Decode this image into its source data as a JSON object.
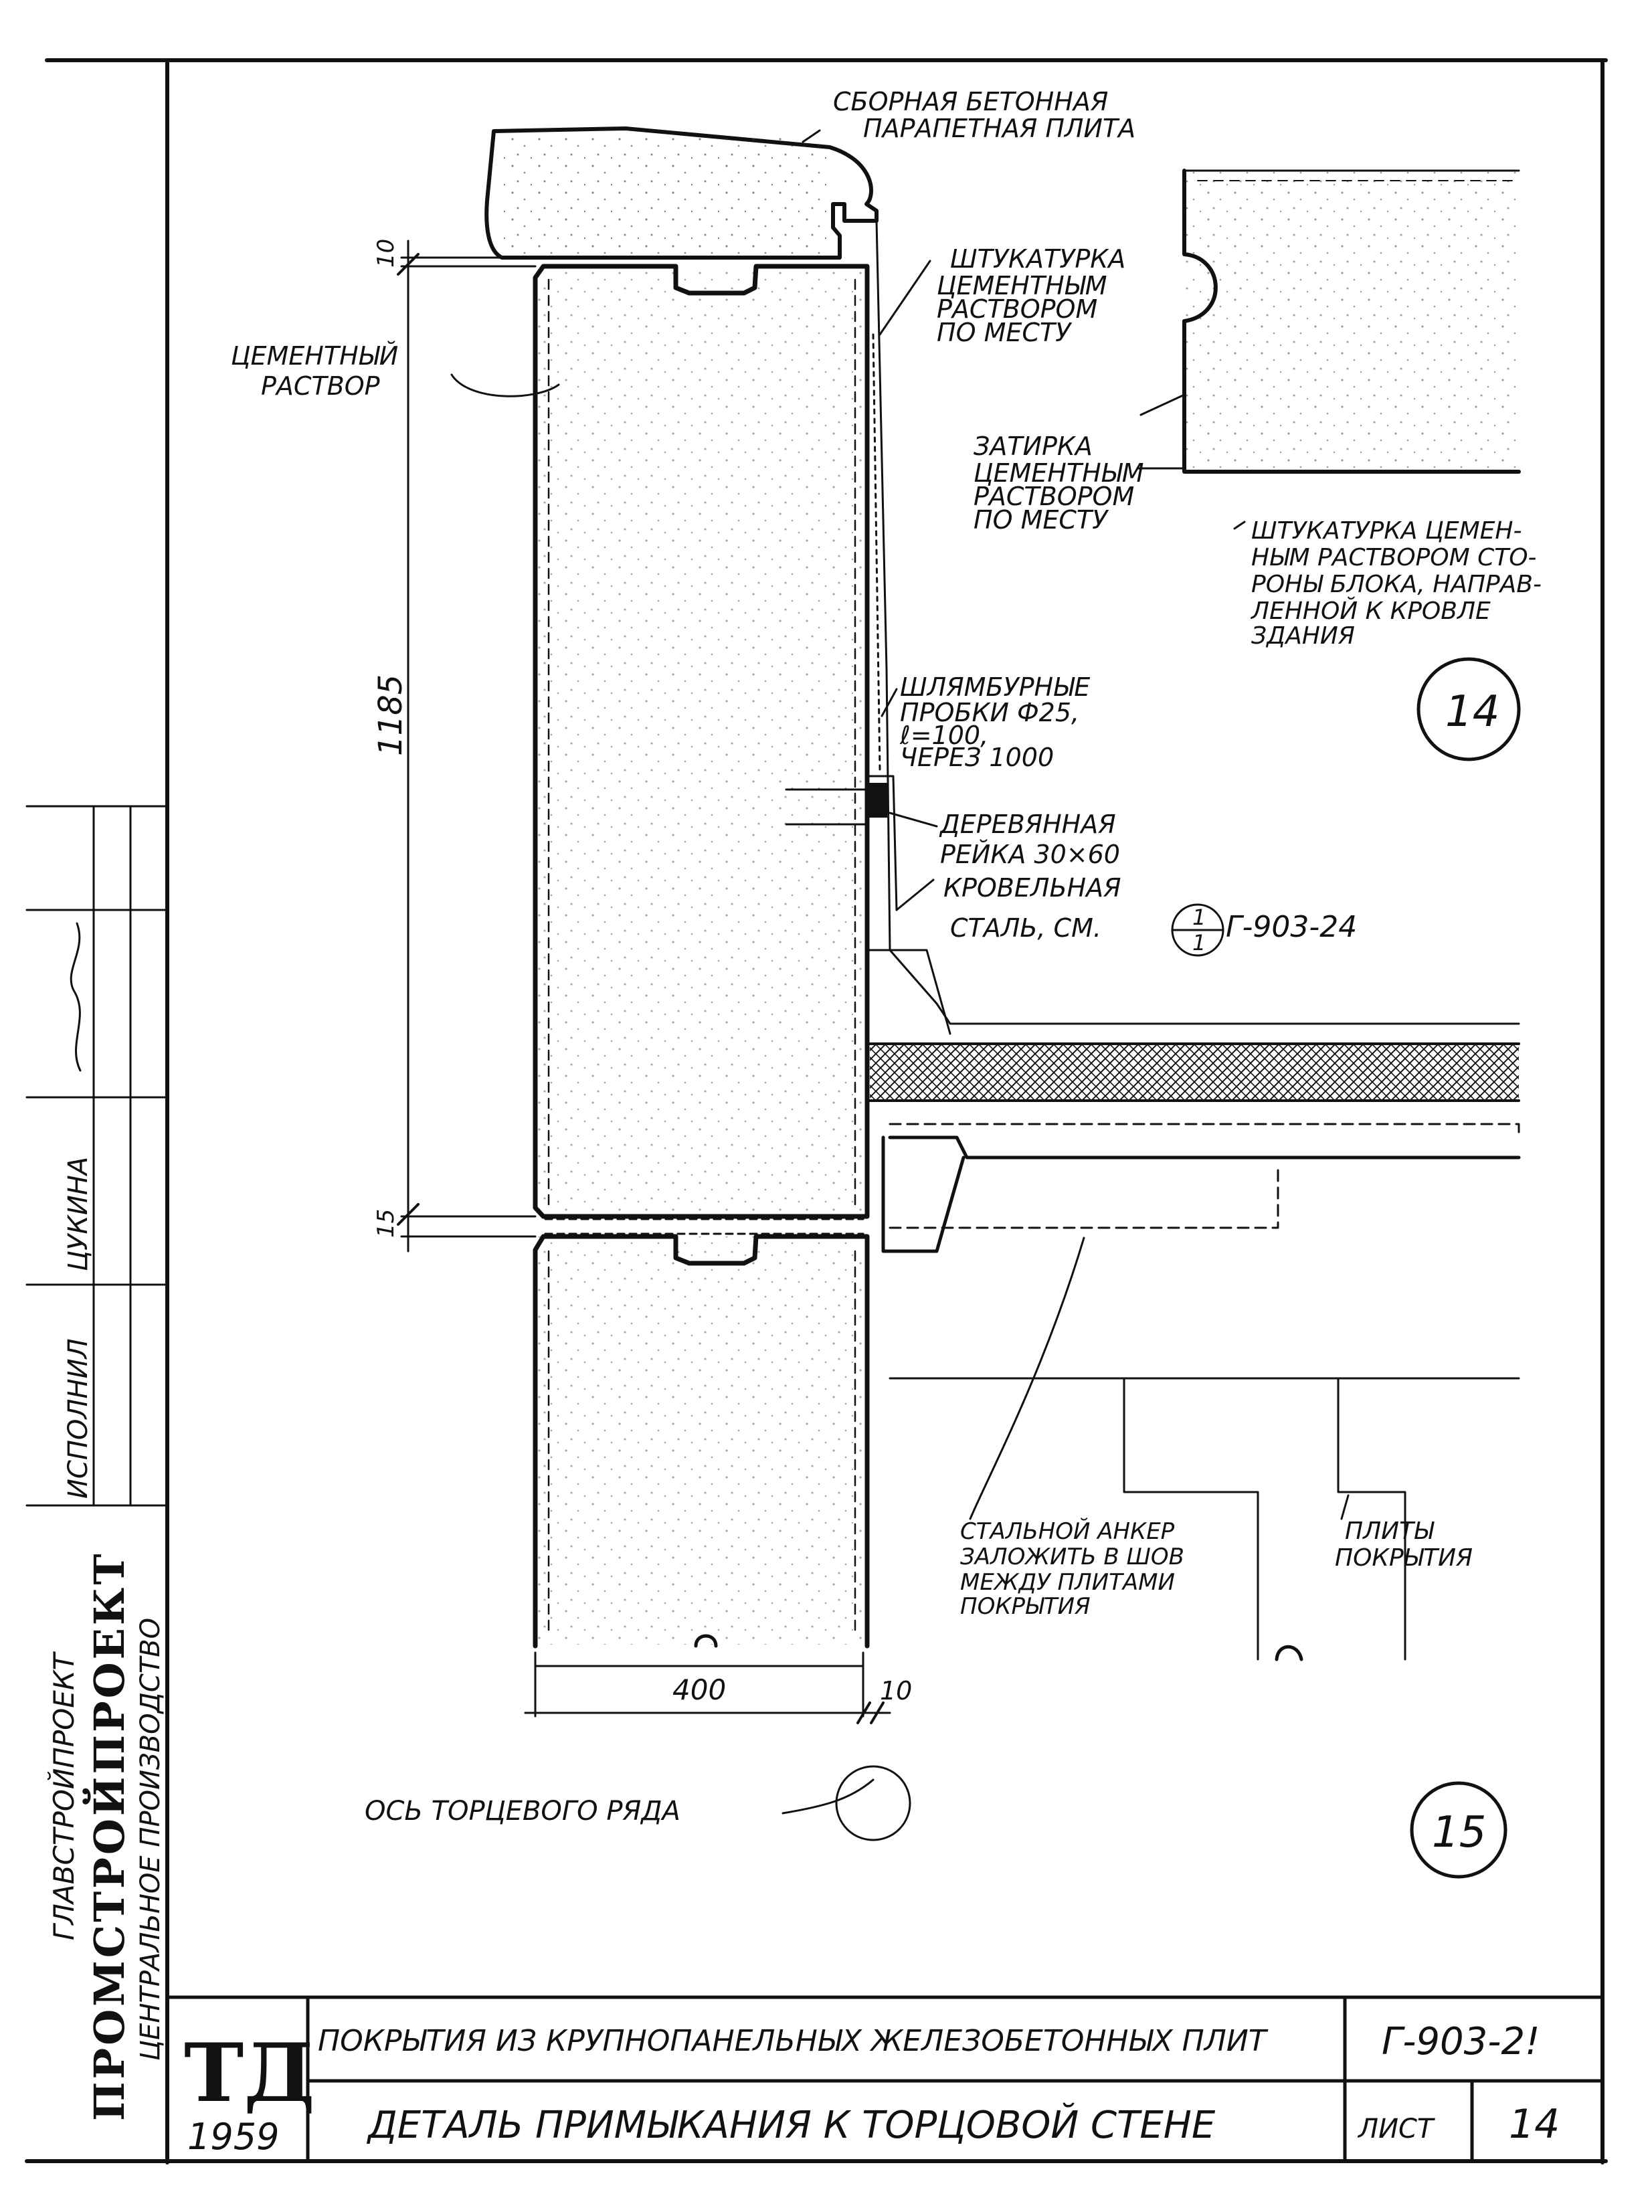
{
  "labels": {
    "parapet_slab": [
      "СБОРНАЯ БЕТОННАЯ",
      "ПАРАПЕТНАЯ ПЛИТА"
    ],
    "cement_mortar": [
      "ЦЕМЕНТНЫЙ",
      "РАСТВОР"
    ],
    "plaster_in_place": [
      "ШТУКАТУРКА",
      "ЦЕМЕНТНЫМ",
      "РАСТВОРОМ",
      "ПО МЕСТУ"
    ],
    "rubbing_in_place": [
      "ЗАТИРКА",
      "ЦЕМЕНТНЫМ",
      "РАСТВОРОМ",
      "ПО МЕСТУ"
    ],
    "plaster_block_side": [
      "ШТУКАТУРКА ЦЕМЕН-",
      "НЫМ РАСТВОРОМ СТО-",
      "РОНЫ БЛОКА, НАПРАВ-",
      "ЛЕННОЙ К КРОВЛЕ",
      "ЗДАНИЯ"
    ],
    "plugs": [
      "ШЛЯМБУРНЫЕ",
      "ПРОБКИ Ф25,",
      "ℓ=100,",
      "ЧЕРЕЗ 1000"
    ],
    "wood_strip": [
      "ДЕРЕВЯННАЯ",
      "РЕЙКА 30×60"
    ],
    "roof_steel": [
      "КРОВЕЛЬНАЯ",
      "СТАЛЬ, СМ."
    ],
    "roof_steel_ref": "Г-903-24",
    "steel_anchor": [
      "СТАЛЬНОЙ АНКЕР",
      "ЗАЛОЖИТЬ В ШОВ",
      "МЕЖДУ ПЛИТАМИ",
      "ПОКРЫТИЯ"
    ],
    "roof_slabs": [
      "ПЛИТЫ",
      "ПОКРЫТИЯ"
    ],
    "axis": "ОСЬ ТОРЦЕВОГО РЯДА"
  },
  "dimensions": {
    "height": "1185",
    "top_gap": "10",
    "bottom_gap": "15",
    "wall_width": "400",
    "offset": "10"
  },
  "details": {
    "detail_14": "14",
    "detail_15": "15",
    "ref_circle_top": "1",
    "ref_circle_bottom": "1"
  },
  "left_strip": {
    "org_line1": "ГЛАВСТРОЙПРОЕКТ",
    "org_name": "ПРОМСТРОЙПРОЕКТ",
    "org_line3": "ЦЕНТРАЛЬНОЕ ПРОИЗВОДСТВО",
    "role": "ИСПОЛНИЛ",
    "person": "ЦУКИНА"
  },
  "title_block": {
    "stamp": "ТД",
    "year": "1959",
    "title": "ПОКРЫТИЯ ИЗ КРУПНОПАНЕЛЬНЫХ ЖЕЛЕЗОБЕТОННЫХ ПЛИТ",
    "subtitle": "ДЕТАЛЬ ПРИМЫКАНИЯ К ТОРЦОВОЙ СТЕНЕ",
    "code": "Г-903-2!",
    "sheet_label": "ЛИСТ",
    "sheet_number": "14"
  }
}
